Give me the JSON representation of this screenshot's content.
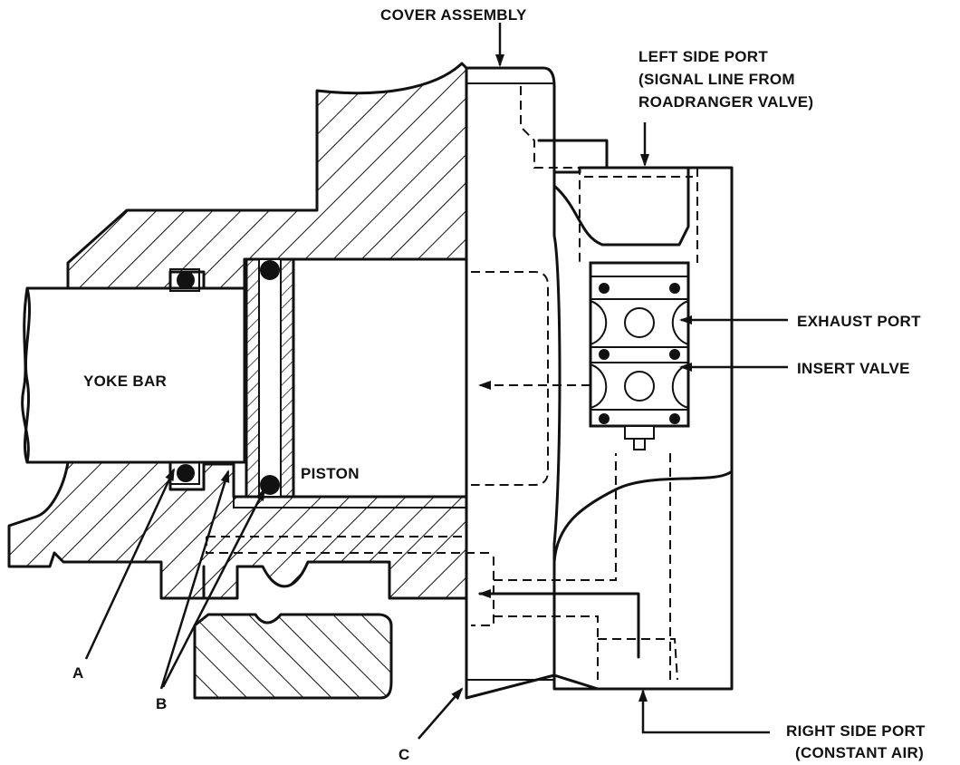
{
  "labels": {
    "cover_assembly": "COVER ASSEMBLY",
    "left_side_port_1": "LEFT SIDE PORT",
    "left_side_port_2": "(SIGNAL LINE FROM",
    "left_side_port_3": "ROADRANGER VALVE)",
    "exhaust_port": "EXHAUST PORT",
    "insert_valve": "INSERT VALVE",
    "yoke_bar": "YOKE BAR",
    "piston": "PISTON",
    "callout_a": "A",
    "callout_b": "B",
    "callout_c": "C",
    "right_side_port_1": "RIGHT SIDE PORT",
    "right_side_port_2": "(CONSTANT AIR)"
  }
}
